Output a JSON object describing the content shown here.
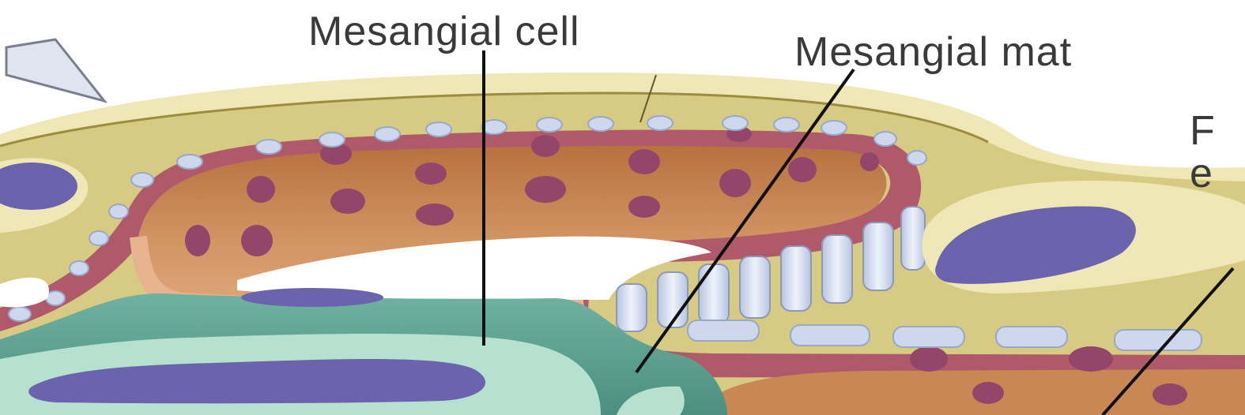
{
  "labels": {
    "mesangial_cell": "Mesangial cell",
    "mesangial_matrix": "Mesangial mat",
    "partial_top": "F",
    "partial_bottom": "e"
  },
  "colors": {
    "matrix": "#d7cb84",
    "matrix_light": "#efe8b6",
    "capillary": "#c98754",
    "capillary_rim": "#e7b48f",
    "basement_membrane": "#b0596b",
    "endothelial_pore": "#93466a",
    "podocyte": "#cdd8ee",
    "nucleus": "#6b63ad",
    "mesangial_cell": "#58a090",
    "mesangial_cell_light": "#b6e0cf",
    "leader_line": "#111111"
  }
}
